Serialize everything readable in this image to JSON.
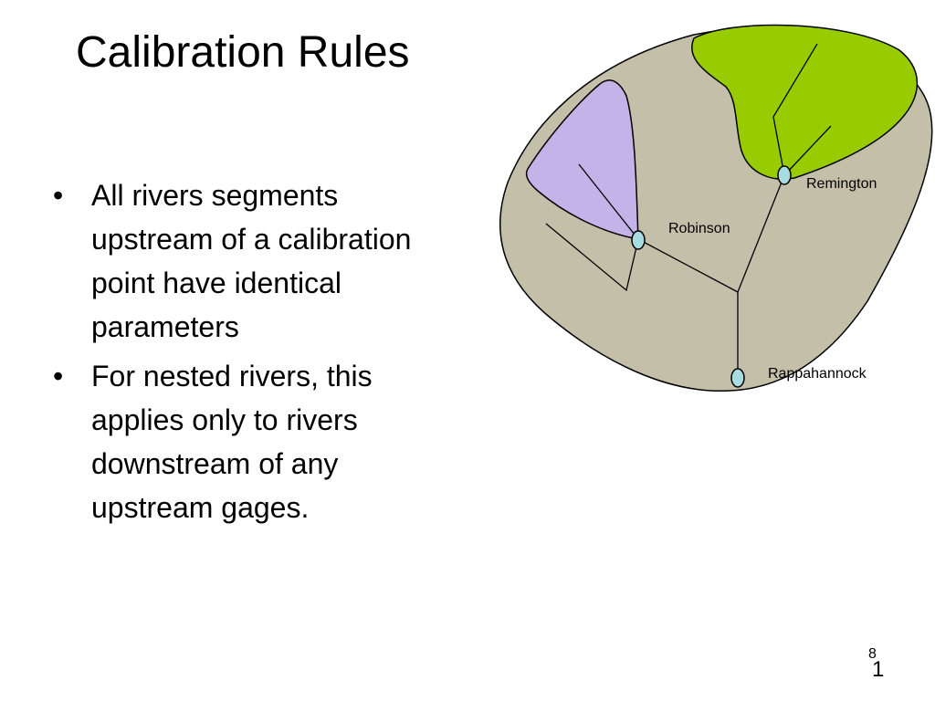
{
  "slide": {
    "title": "Calibration Rules",
    "bullets": [
      "All rivers segments upstream of a calibration point have identical parameters",
      "For nested rivers, this applies only to rivers downstream of any upstream gages."
    ],
    "bullet_glyph": "•",
    "page_number_small": "8",
    "page_number_large": "1"
  },
  "diagram": {
    "gages": {
      "remington": "Remington",
      "robinson": "Robinson",
      "rappahannock": "Rappahannock"
    },
    "colors": {
      "watershed_fill": "#c4bfa9",
      "remington_subbasin_fill": "#99cc00",
      "robinson_subbasin_fill": "#c3b3e8",
      "gage_fill": "#a7dde0",
      "stroke": "#000000"
    }
  }
}
